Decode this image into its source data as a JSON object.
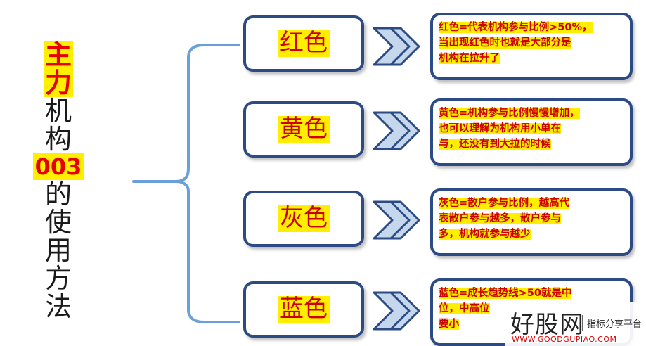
{
  "title_chars": [
    {
      "text": "主",
      "style": "hl"
    },
    {
      "text": "力",
      "style": "hl"
    },
    {
      "text": "机",
      "style": "plain"
    },
    {
      "text": "构",
      "style": "plain"
    },
    {
      "text": "003",
      "style": "hlnum"
    },
    {
      "text": "的",
      "style": "plain"
    },
    {
      "text": "使",
      "style": "plain"
    },
    {
      "text": "用",
      "style": "plain"
    },
    {
      "text": "方",
      "style": "plain"
    },
    {
      "text": "法",
      "style": "plain"
    }
  ],
  "items": [
    {
      "label": "红色",
      "description": "红色=代表机构参与比例>50%，\n当出现红色时也就是大部分是\n机构在拉升了"
    },
    {
      "label": "黄色",
      "description": "黄色=机构参与比例慢慢增加，\n也可以理解为机构用小单在\n与，还没有到大拉的时候"
    },
    {
      "label": "灰色",
      "description": "灰色=散户参与比例，越高代\n表散户参与越多，散户参与\n多，机构就参与越少"
    },
    {
      "label": "蓝色",
      "description": "蓝色=成长趋势线>50就是中\n位，中高位\n要小"
    }
  ],
  "watermark": {
    "brand": "好股网",
    "tag": "指标分享平台",
    "url": "WWW.GOODGUPIAO.COM"
  },
  "colors": {
    "border": "#2c4b84",
    "highlight": "#ffee00",
    "text_red": "#cc0000",
    "bracket": "#6a9fd8",
    "arrow_fill": "#c5d7ec",
    "arrow_stroke": "#2c4b84"
  }
}
